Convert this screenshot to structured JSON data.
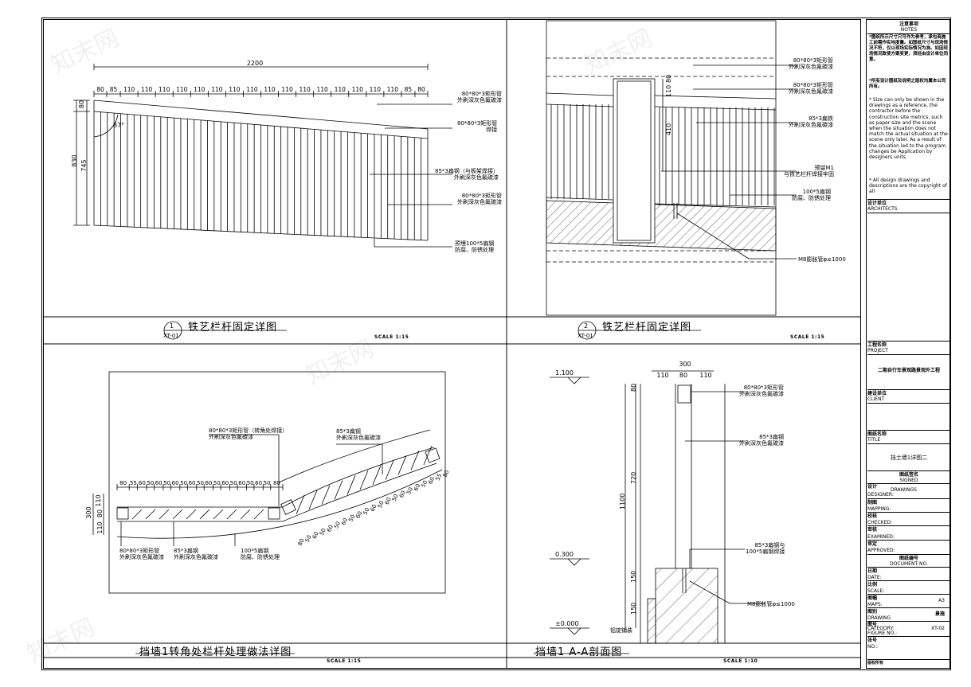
{
  "watermark": "知末网",
  "panels": {
    "p1": {
      "number": "1",
      "code": "XT-01",
      "title": "铁艺栏杆固定详图",
      "scale": "SCALE 1:15",
      "dims_top": [
        "80",
        "85",
        "110",
        "110",
        "110",
        "110",
        "110",
        "110",
        "110",
        "110",
        "110",
        "110",
        "110",
        "110",
        "110",
        "110",
        "110",
        "110",
        "85",
        "80"
      ],
      "overall": "2200",
      "h_total": "830",
      "h_main": "745",
      "h_top": "80",
      "angle": "87°",
      "notes": [
        "80*80*3矩形管\n外刷深灰色氟碳漆",
        "80*80*3矩形管\n焊接",
        "85*3扁钢（与板架焊接）\n外刷深灰色氟碳漆",
        "80*80*3矩形管\n外刷深灰色氟碳漆",
        "预埋100*5扁钢\n防腐、防锈处理"
      ]
    },
    "p2": {
      "number": "2",
      "code": "XT-01",
      "title": "铁艺栏杆固定详图",
      "scale": "SCALE 1:15",
      "dims": [
        "80",
        "110",
        "410"
      ],
      "notes": [
        "80*80*3矩形管\n外刷深灰色氟碳漆",
        "80*80*3矩形管\n外刷深灰色氟碳漆",
        "85*3扁铁\n外刷深灰色氟碳漆",
        "预留M1\n与铁艺栏杆焊接牢固",
        "100*5扁钢\n防腐、防锈处理",
        "M8膨胀管φ≤1000"
      ]
    },
    "p3": {
      "title": "挡墙1转角处栏杆处理做法详图",
      "scale": "SCALE 1:15",
      "dims_straight": [
        "80",
        "55",
        "60",
        "50",
        "60",
        "50",
        "60",
        "50",
        "60",
        "50",
        "60",
        "50",
        "60",
        "50",
        "60",
        "50",
        "60",
        "50",
        "80"
      ],
      "dims_curve": [
        "80",
        "50",
        "60",
        "50",
        "60",
        "50",
        "60",
        "50",
        "60",
        "50",
        "60",
        "50",
        "60",
        "50",
        "60",
        "50",
        "60",
        "50",
        "60",
        "55",
        "80"
      ],
      "dims_left": [
        "110",
        "80",
        "110"
      ],
      "h": "300",
      "notes": [
        "80*80*3矩形管（转角处焊接）\n外刷深灰色氟碳漆",
        "85*3扁钢\n外刷深灰色氟碳漆",
        "80*80*3矩形管\n外刷深灰色氟碳漆",
        "85*3扁钢\n外刷深灰色氟碳漆",
        "100*5扁钢\n防腐、防锈处理"
      ]
    },
    "p4": {
      "title": "挡墙1 A-A剖面图",
      "scale": "SCALE 1:10",
      "levels": [
        "1.100",
        "0.300",
        "±0.000"
      ],
      "dims_top": [
        "300",
        "110",
        "80",
        "110"
      ],
      "dims_v": [
        "80",
        "720",
        "150",
        "150",
        "1100"
      ],
      "notes": [
        "80*80*3矩形管\n外刷深灰色氟碳漆",
        "85*3扁钢\n外刷深灰色氟碳漆",
        "85*3扁钢与\n100*5扁钢焊接",
        "M8膨胀管φ≤1000",
        "铝锭铺装"
      ]
    }
  },
  "titleblock": {
    "notes_cn": "注意事项",
    "notes_en": "NOTES",
    "notes_body_cn": "*图纸所示尺寸只可作为参考，承包商施工前需作实地度量。如图纸尺寸与现场情况不符，仅以现场实际情况为准。如因现场情况致使方案变更，须经由设计单位同意。",
    "notes_body_cn2": "*所有设计图纸及说明之版权均属本公司所有。",
    "notes_body_en": "* Size can only be shown in the drawings as a reference, the contractor before the construction site metrics, such as paper size and the scene when the situation does not match the actual situation at the scene only later. As a result of the situation led to the program changes be Application by designers units.",
    "notes_body_en2": "* All design drawings and descriptions are the copyright of all",
    "architects_cn": "设计单位",
    "architects_en": "ARCHITECTS",
    "project_cn": "工程名称",
    "project_en": "PROJECT",
    "project_value": "二期自行车景观路景观外工程",
    "client_cn": "建设单位",
    "client_en": "CLIENT",
    "title_cn": "图纸名称",
    "title_en": "TITLE",
    "title_value": "挡土墙1详图二",
    "signed_cn": "图纸签名",
    "signed_en": "SIGNED",
    "designer_cn": "设计",
    "designer_en": "DESIGNER:",
    "drawings_en": "DRAWINGS",
    "mapping_cn": "制图",
    "mapping_en": "MAPPING:",
    "checked_cn": "校核",
    "checked_en": "CHECKED:",
    "examined_cn": "审核",
    "examined_en": "EXAMINED:",
    "approved_cn": "审定",
    "approved_en": "APPROVED:",
    "docno_cn": "图纸编号",
    "docno_en": "DOCUMENT NO.",
    "date_cn": "日期",
    "date_en": "DATE:",
    "scale_cn": "比例",
    "scale_en": "SCALE:",
    "maps_cn": "图幅",
    "maps_en": "MAPS:",
    "maps_value": "A3",
    "drawing_cn": "图别",
    "drawing_en": "DRAWING",
    "drawing_value": "景施",
    "category_cn": "图号",
    "category_en": "CATEGORY:",
    "figure_en": "FIGURE NO.:",
    "figure_value": "XT-02",
    "no_cn": "张号",
    "no_en": "NO.:",
    "footer": "版权所有"
  }
}
